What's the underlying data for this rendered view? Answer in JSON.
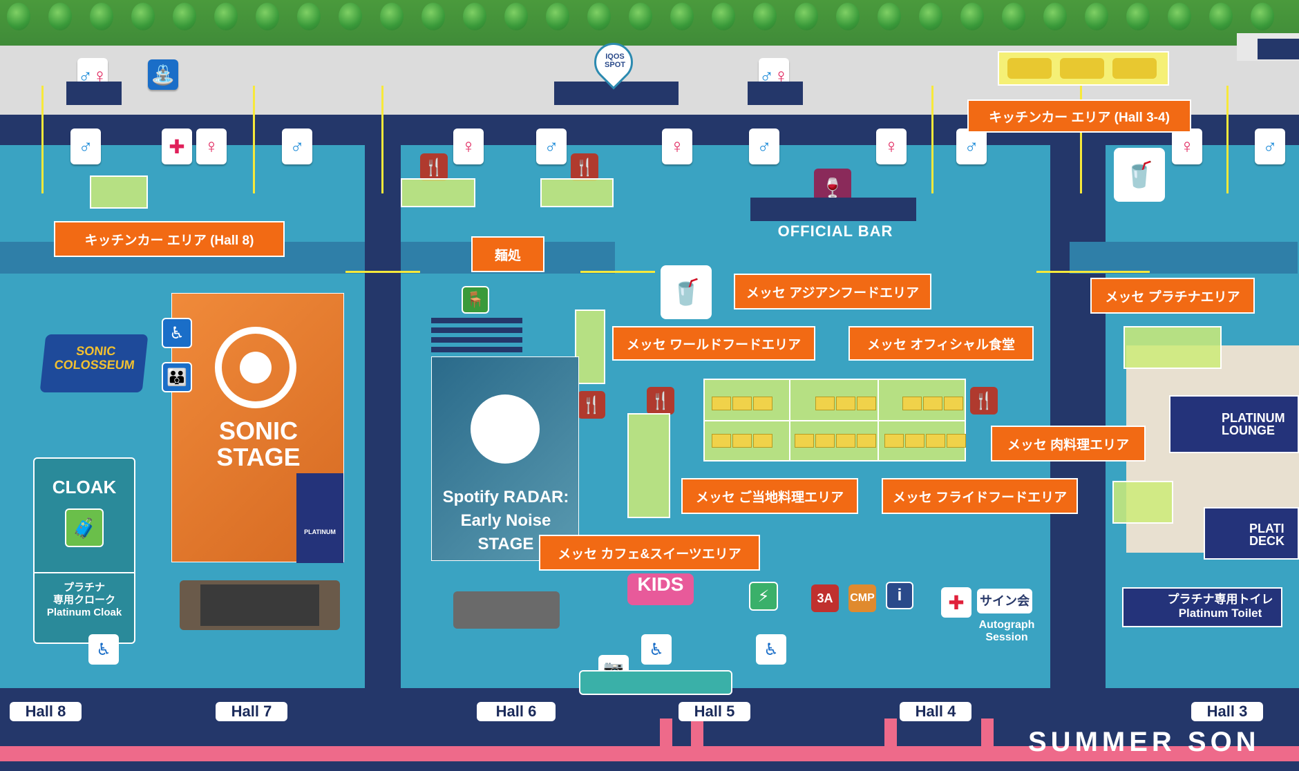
{
  "map": {
    "labels": {
      "kitchen_car_hall8": "キッチンカー エリア (Hall 8)",
      "kitchen_car_hall34": "キッチンカー エリア (Hall 3-4)",
      "menu_dokoro": "麺処",
      "asian_food": "メッセ アジアンフードエリア",
      "world_food": "メッセ ワールドフードエリア",
      "official_dining": "メッセ オフィシャル食堂",
      "platinum_area": "メッセ プラチナエリア",
      "meat_area": "メッセ 肉料理エリア",
      "local_food": "メッセ ご当地料理エリア",
      "fried_food": "メッセ フライドフードエリア",
      "cafe_sweets": "メッセ カフェ&スイーツエリア"
    },
    "venues": {
      "official_bar": "OFFICIAL BAR",
      "sonic_stage_line1": "SONIC",
      "sonic_stage_line2": "STAGE",
      "spotify_line1": "Spotify RADAR:",
      "spotify_line2": "Early Noise STAGE",
      "cloak": "CLOAK",
      "platinum_cloak_jp_line1": "プラチナ",
      "platinum_cloak_jp_line2": "専用クローク",
      "platinum_cloak_en": "Platinum Cloak",
      "sonic_colosseum_line1": "SONIC",
      "sonic_colosseum_line2": "COLOSSEUM",
      "platinum_small": "PLATINUM",
      "platinum_lounge_line1": "PLATINUM",
      "platinum_lounge_line2": "LOUNGE",
      "platinum_deck_line1": "PLATI",
      "platinum_deck_line2": "DECK",
      "platinum_toilet_jp": "プラチナ専用トイレ",
      "platinum_toilet_en": "Platinum Toilet",
      "kids": "KIDS",
      "autograph_jp": "サイン会",
      "autograph_en_line1": "Autograph",
      "autograph_en_line2": "Session",
      "iqos_line1": "IQOS",
      "iqos_line2": "SPOT",
      "sign_3a": "3A",
      "sign_cmp": "CMP",
      "sign_info": "i",
      "summer_sonic": "SUMMER SON"
    },
    "halls": [
      "Hall 8",
      "Hall 7",
      "Hall 6",
      "Hall 5",
      "Hall 4",
      "Hall 3"
    ],
    "icons": [
      "restroom-icon",
      "water-tap-icon",
      "first-aid-icon",
      "food-icon",
      "wine-icon",
      "wheelchair-icon",
      "rest-area-icon",
      "camera-icon",
      "charge-icon",
      "pepsi-cup-icon",
      "kitchen-car-icon"
    ],
    "colors": {
      "label_bg": "#f26a14",
      "food_area": "#cdeb78",
      "hall_floor": "#3aa3c2",
      "background": "#203b7c",
      "sonic_stage": "#e07a2a",
      "platinum": "#24337a"
    }
  }
}
